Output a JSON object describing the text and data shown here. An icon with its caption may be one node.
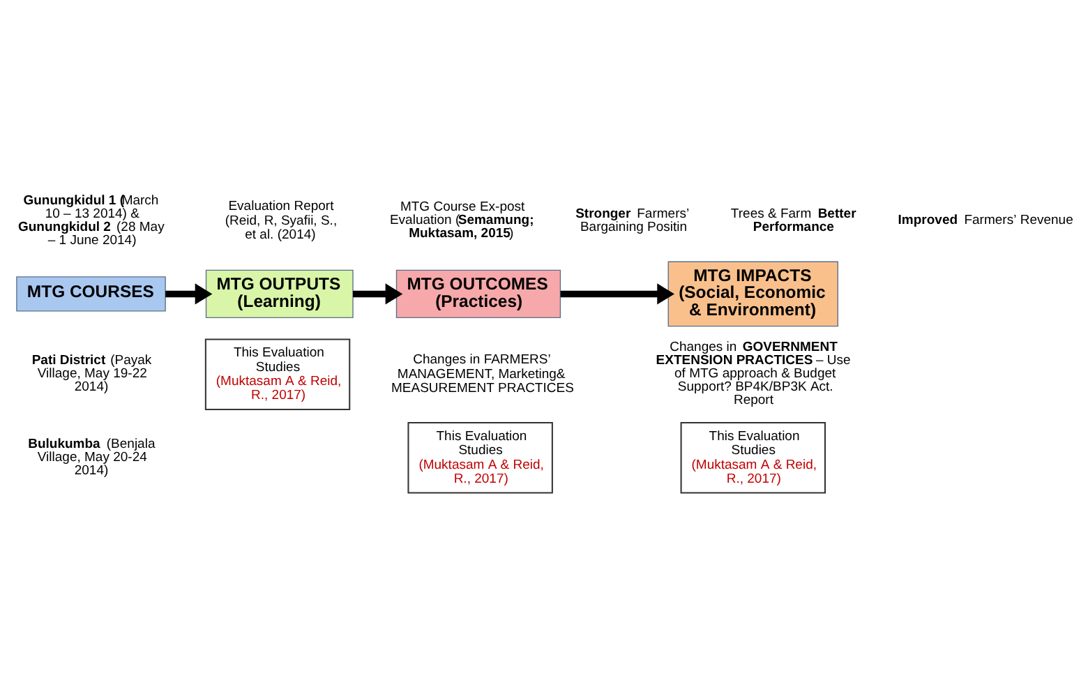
{
  "diagram": {
    "nodes": [
      {
        "text": [
          "MTG COURSES"
        ],
        "beside": [
          "**Gunungkidul 1 (**March 10 – 13 2014) & **Gunungkidul 2** (28 May – 1 June 2014)",
          "**Pati District** (Payak Village, May 19-22 2014)",
          "**Bulukumba** (Benjala Village, May 20-24 2014)"
        ]
      },
      {
        "text": [
          "MTG OUTPUTS (Learning)"
        ],
        "beside": [
          "Evaluation Report (Reid, R, Syafii, S., et al. (2014)"
        ]
      },
      {
        "text": [
          "MTG OUTCOMES (Practices)"
        ],
        "beside": [
          "MTG Course Ex-post Evaluation (**Semamung; Muktasam, 2015**)",
          "Changes in FARMERS’ MANAGEMENT, Marketing& MEASUREMENT PRACTICES"
        ]
      },
      {
        "text": [
          "MTG IMPACTS (Social, Economic & Environment)"
        ],
        "beside": [
          "**Stronger** Farmers’ Bargaining Positin",
          "Trees & Farm **Better Performance**",
          "**Improved** Farmers’ Revenue",
          "Changes in **GOVERNMENT EXTENSION PRACTICES** – Use of MTG approach & Budget Support? BP4K/BP3K Act. Report"
        ]
      },
      {
        "text": [
          "This Evaluation Studies",
          "(Muktasam A & Reid, R., 2017)"
        ]
      },
      {
        "text": [
          "This Evaluation Studies",
          "(Muktasam A & Reid, R., 2017)"
        ]
      },
      {
        "text": [
          "This Evaluation Studies",
          "(Muktasam A & Reid, R., 2017)"
        ]
      }
    ],
    "edges": [
      {
        "from": 0,
        "to": 1,
        "arrow": "to"
      },
      {
        "from": 1,
        "to": 2,
        "arrow": "to"
      },
      {
        "from": 2,
        "to": 3,
        "arrow": "to"
      }
    ]
  }
}
